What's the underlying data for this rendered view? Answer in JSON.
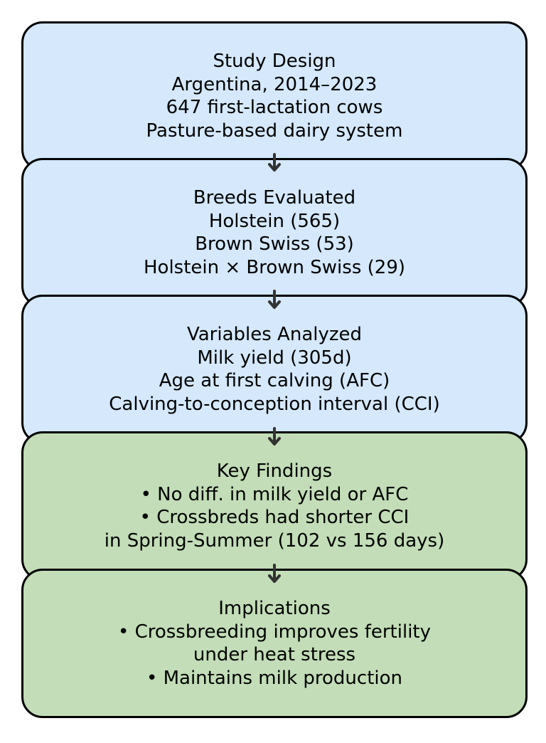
{
  "boxes": [
    {
      "title": "Study Design",
      "lines": [
        "Argentina, 2014–2023",
        "647 first-lactation cows",
        "Pasture-based dairy system"
      ]
    },
    {
      "title": "Breeds Evaluated",
      "lines": [
        "Holstein (565)",
        "Brown Swiss (53)",
        "Holstein × Brown Swiss (29)"
      ]
    },
    {
      "title": "Variables Analyzed",
      "lines": [
        "Milk yield (305d)",
        "Age at first calving (AFC)",
        "Calving-to-conception interval (CCI)"
      ]
    },
    {
      "title": "Key Findings",
      "lines": [
        "• No diff. in milk yield or AFC",
        "• Crossbreds had shorter CCI",
        "in Spring-Summer (102 vs 156 days)"
      ]
    },
    {
      "title": "Implications",
      "lines": [
        "• Crossbreeding improves fertility",
        "under heat stress",
        "• Maintains milk production"
      ]
    }
  ],
  "colors": {
    "input_box": "#d5e8fc",
    "result_box": "#c2ddb7",
    "border": "#000000",
    "arrow": "#333333"
  }
}
